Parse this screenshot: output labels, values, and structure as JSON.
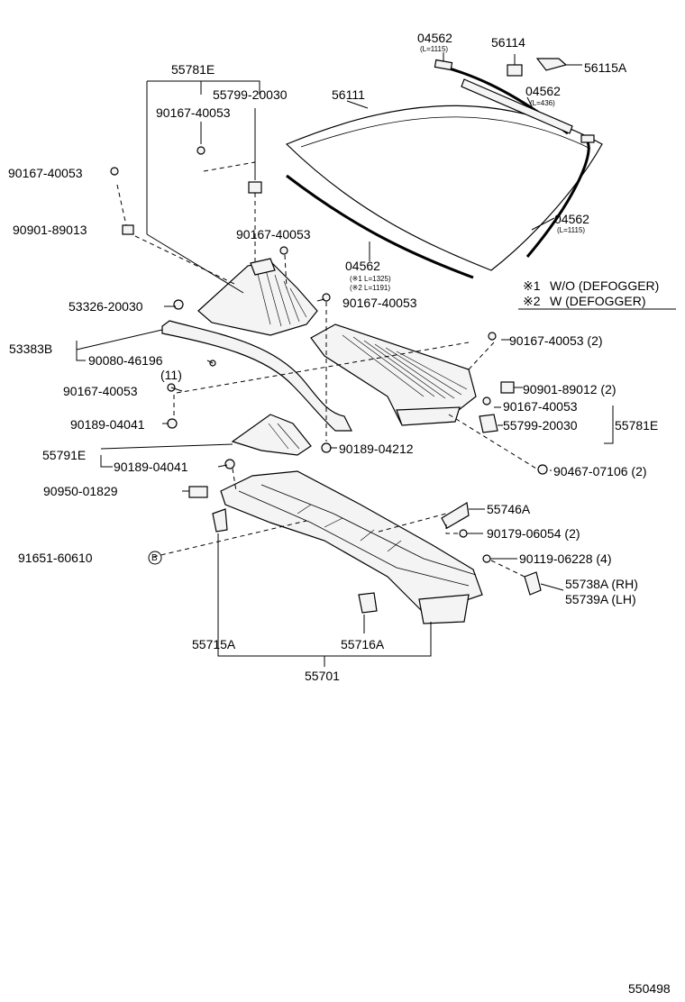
{
  "diagram_id": "550498",
  "legend": [
    {
      "mark": "※1",
      "text": "W/O (DEFOGGER)"
    },
    {
      "mark": "※2",
      "text": "W (DEFOGGER)"
    }
  ],
  "labels": {
    "p04562_top": "04562",
    "l1115_top": "(L=1115)",
    "p56114": "56114",
    "p56115A": "56115A",
    "p56111": "56111",
    "p04562_mid": "04562",
    "l436": "(L=436)",
    "p04562_right": "04562",
    "l1115_right": "(L=1115)",
    "p04562_lower": "04562",
    "ldef1": "(※1 L=1325)",
    "ldef2": "(※2 L=1191)",
    "p55781E_top": "55781E",
    "p55799_top": "55799-20030",
    "p90167_a": "90167-40053",
    "p90167_b": "90167-40053",
    "p90901_89013": "90901-89013",
    "p90167_c": "90167-40053",
    "p53326": "53326-20030",
    "p90167_d": "90167-40053",
    "p53383B": "53383B",
    "p90080": "90080-46196",
    "p90167_e": "90167-40053",
    "qty11": "(11)",
    "p90167_f": "90167-40053 (2)",
    "p90901_89012": "90901-89012 (2)",
    "p90189_04041a": "90189-04041",
    "p90167_g": "90167-40053",
    "p55799_right": "55799-20030",
    "p55781E_right": "55781E",
    "p55791E": "55791E",
    "p90189_04212": "90189-04212",
    "p90189_04041b": "90189-04041",
    "p90467": "90467-07106 (2)",
    "p90950": "90950-01829",
    "p55746A": "55746A",
    "p90179": "90179-06054 (2)",
    "p91651": "91651-60610",
    "circleB": "B",
    "p90119": "90119-06228 (4)",
    "p55738A": "55738A (RH)",
    "p55739A": "55739A (LH)",
    "p55715A": "55715A",
    "p55716A": "55716A",
    "p55701": "55701"
  }
}
